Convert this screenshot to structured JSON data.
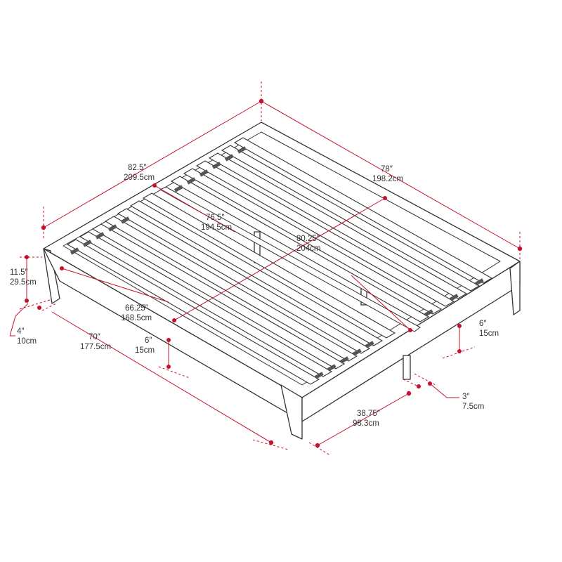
{
  "diagram": {
    "accent_color": "#c8102e",
    "line_color": "#333333",
    "dimensions": [
      {
        "id": "overall-length",
        "imperial": "82.5″",
        "metric": "209.5cm"
      },
      {
        "id": "overall-width",
        "imperial": "78″",
        "metric": "198.2cm"
      },
      {
        "id": "inner-length",
        "imperial": "76.5″",
        "metric": "194.5cm"
      },
      {
        "id": "diagonal",
        "imperial": "80.25″",
        "metric": "204cm"
      },
      {
        "id": "inner-width",
        "imperial": "66.25″",
        "metric": "168.5cm"
      },
      {
        "id": "overall-height",
        "imperial": "11.5″",
        "metric": "29.5cm"
      },
      {
        "id": "leg-depth",
        "imperial": "4″",
        "metric": "10cm"
      },
      {
        "id": "side-rail-length",
        "imperial": "70″",
        "metric": "177.5cm"
      },
      {
        "id": "front-clearance",
        "imperial": "6″",
        "metric": "15cm"
      },
      {
        "id": "rear-clearance",
        "imperial": "6″",
        "metric": "15cm"
      },
      {
        "id": "center-leg-width",
        "imperial": "3″",
        "metric": "7.5cm"
      },
      {
        "id": "foot-width",
        "imperial": "38.75″",
        "metric": "98.3cm"
      }
    ]
  }
}
